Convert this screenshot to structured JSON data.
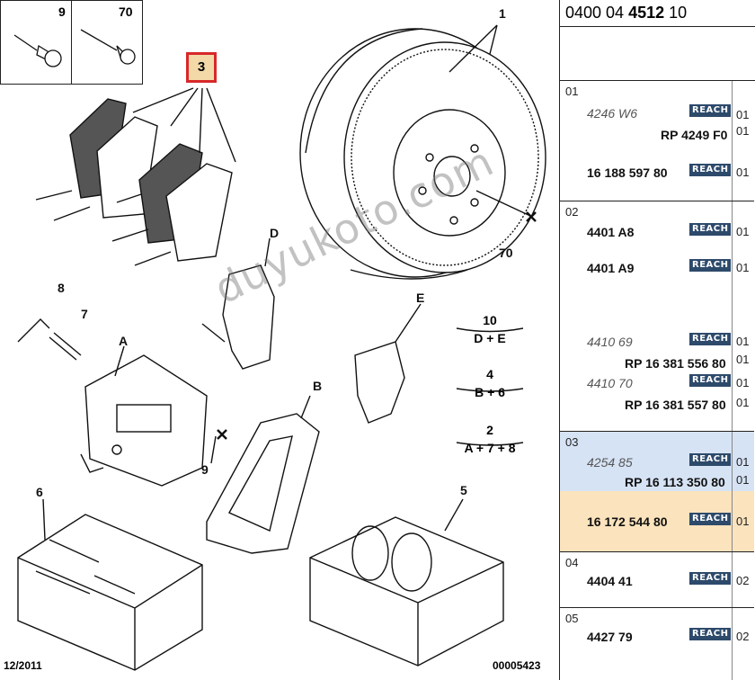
{
  "diagram": {
    "callouts": {
      "c1": "1",
      "c2": "2",
      "c3": "3",
      "c4": "4",
      "c5": "5",
      "c6": "6",
      "c7": "7",
      "c8": "8",
      "c9": "9",
      "c70": "70",
      "cA": "A",
      "cB": "B",
      "cD": "D",
      "cE": "E"
    },
    "thumb_left_label": "9",
    "thumb_right_label": "70",
    "formulas": [
      {
        "top": "10",
        "bottom": "D + E"
      },
      {
        "top": "4",
        "bottom": "B + 6"
      },
      {
        "top": "2",
        "bottom": "A + 7 + 8"
      }
    ],
    "watermark": "duyukoto.com",
    "footer_date": "12/2011",
    "footer_code": "00005423",
    "highlight_color": "#d8282a"
  },
  "parts_panel": {
    "header_prefix": "0400 04 ",
    "header_bold": "4512",
    "header_suffix": " 10",
    "reach_label": "REACH",
    "groups": [
      {
        "no": "01",
        "rows": [
          {
            "text": "4246 W6",
            "style": "italic",
            "reach": true,
            "qty": "01"
          },
          {
            "text": "RP 4249 F0",
            "style": "bold",
            "reach": false,
            "qty": "01"
          },
          {
            "text": "16 188 597 80",
            "style": "bold",
            "reach": true,
            "qty": "01"
          }
        ]
      },
      {
        "no": "02",
        "rows": [
          {
            "text": "4401 A8",
            "style": "bold",
            "reach": true,
            "qty": "01"
          },
          {
            "text": "4401 A9",
            "style": "bold",
            "reach": true,
            "qty": "01"
          },
          {
            "text": "4410 69",
            "style": "italic",
            "reach": true,
            "qty": "01"
          },
          {
            "text": "RP 16 381 556 80",
            "style": "bold",
            "reach": false,
            "qty": "01"
          },
          {
            "text": "4410 70",
            "style": "italic",
            "reach": true,
            "qty": "01"
          },
          {
            "text": "RP 16 381 557 80",
            "style": "bold",
            "reach": false,
            "qty": "01"
          }
        ]
      },
      {
        "no": "03",
        "rows": [
          {
            "text": "4254 85",
            "style": "italic",
            "reach": true,
            "qty": "01"
          },
          {
            "text": "RP 16 113 350 80",
            "style": "bold",
            "reach": false,
            "qty": "01"
          },
          {
            "text": "16 172 544 80",
            "style": "bold",
            "reach": true,
            "qty": "01"
          }
        ]
      },
      {
        "no": "04",
        "rows": [
          {
            "text": "4404 41",
            "style": "bold",
            "reach": true,
            "qty": "02"
          }
        ]
      },
      {
        "no": "05",
        "rows": [
          {
            "text": "4427 79",
            "style": "bold",
            "reach": true,
            "qty": "02"
          }
        ]
      }
    ],
    "colors": {
      "group03_blue": "#d6e3f5",
      "group03_orange": "#fbe3bd",
      "reach_bg": "#2d4a6b"
    }
  }
}
